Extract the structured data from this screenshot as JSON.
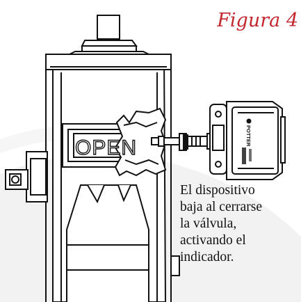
{
  "figure": {
    "title": "Figura 4",
    "title_color": "#c4262e"
  },
  "illustration": {
    "valve_label": "OPEN",
    "device_brand": "POTTER"
  },
  "caption": {
    "lines": [
      "El dispositivo",
      "baja al cerrarse",
      "la válvula,",
      "activando el",
      "indicador."
    ]
  }
}
